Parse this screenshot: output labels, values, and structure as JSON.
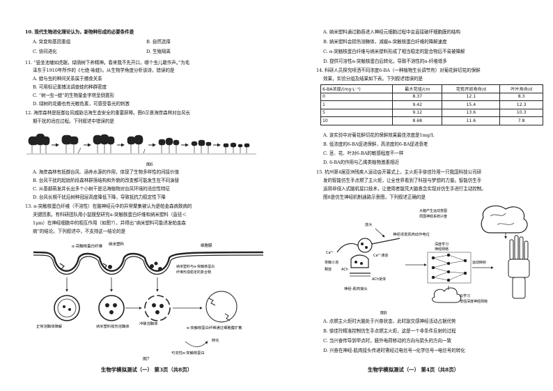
{
  "left_page": {
    "q10": {
      "stem": "10. 现代生物进化理论认为，新物种形成的必要条件是",
      "options": [
        "A. 突变和基因重组",
        "B. 自然选择",
        "C. 协同进化",
        "D. 生殖隔离"
      ]
    },
    "q11": {
      "stem_lines": [
        "11. “竖坐池塘如虎踞，绿荫树下养精神。春来我不先开口，哪个虫儿敢作声。”为毛",
        "泽东于1910年所作的《七绝·咏蛙》。从生物学角度分析该诗，错误的是"
      ],
      "options": [
        "A. 蛙与虫的种间关系属于捕食关系",
        "B. 可用标记重捕法调查蛙的种群密度",
        "C. “树→虫→蛙”的生物量金字塔呈倒置形",
        "D. 绿树的花瓣也有光敏色素，可感受春光的刺激"
      ]
    },
    "q12": {
      "stem_lines": [
        "12. 海岸森林是抵御台风威胁沿海生态安全的重要屏障。图6示意海岸森林对台风长",
        "期干扰的适应过程。下列叙述中错误的是"
      ],
      "figure_label": "图6",
      "options": [
        "A. 海岸森林有抵御台风、涵养水源的作用，体现了生物多样性的间接价值",
        "B. 台风干扰的起始阶段森林群落结构和外貌的改变都可能发生在不同演替",
        "C. 从基部萌发并长出多个小树干是沿海植物对台风环境的适应性特征",
        "D. 台风长期干扰后树种冠层高度降低下降，导致抵抗力稳定性下降"
      ]
    },
    "q13": {
      "stem_lines": [
        "13. α-突触核蛋白纤维（不溶性）在脑神经元中的异常聚集被认为是帕金森病致病的",
        "关键因素。有科研团队用小鼠模型研究α-突触核蛋白纤维和纳米塑料（直径＜",
        "1μm）在神经细胞中的相互作用（如图7），并得出“纳米塑料可能诱发帕金森",
        "病”的结论。下列叙述中，不支持这一结论的是"
      ],
      "figure_label": "图7",
      "diagram_labels": {
        "fiber": "α-突触核蛋白纤维",
        "nanoplastic": "纳米塑料",
        "membrane": "细胞膜",
        "complex": "纳米塑料与α-突触核蛋白纤维形成稳定的复合物",
        "normal_lysosome": "正常溶酶体降解",
        "impaired": "纳米塑料损伤溶酶体",
        "escape": "冲破溶酶体",
        "more_fibers": "α-突触核蛋白纤维通过细胞膜扩散",
        "aggregate": "可溶性α-突触核蛋白",
        "convert": "转化"
      }
    },
    "footer": "生物学模拟测试（一） 第3页（共8页）"
  },
  "right_page": {
    "q13_options": [
      "A. 纳米塑料通过胞吞进入神经元细胞过程中会直接破坏细胞膜的结构",
      "B. 纳米塑料会损伤溶酶体，减缓α-突触核蛋白纤维的降解速度",
      "C. α-突触核蛋白纤维与纳米塑料形成了相当稳定的复合物后不易被降解",
      "D. 提供可溶性α-突触核蛋白后转化，导致不溶性的α-纤维增多"
    ],
    "q14": {
      "stem_lines": [
        "14. 科研人员探究喷洒不同浓度6-BA（一种植物生长调节剂）对菊花鲜切花的保鲜",
        "效果，实验分组及结果如下表。下列叙述错误的是"
      ],
      "table": {
        "headers": [
          "6-BA浓度/(mg·L⁻¹)",
          "最大花径/cm",
          "花苞开放寿命/d",
          "叶片寿命/d"
        ],
        "rows": [
          [
            "0",
            "8.37",
            "12.1",
            "8.3"
          ],
          [
            "1",
            "9.42",
            "15.4",
            "12.3"
          ],
          [
            "5",
            "9.12",
            "13.6",
            "10.3"
          ],
          [
            "10",
            "8.68",
            "11.6",
            "7.8"
          ]
        ]
      },
      "options": [
        "A. 该实验中对菊花鲜切花的保鲜效果最佳浓度是1mg/L",
        "B. 低浓度的6-BA促进保鲜，高浓度的6-BA促进衰老",
        "C. 茎、花、叶对6-BA的敏感程度不一样",
        "D. 6-BA的作用与乙烯类植物激素相近"
      ]
    },
    "q15": {
      "stem_lines": [
        "15. 杭州第4届亚洲残疾人运动会开幕式上，主火炬手徐佳玲用一只我国科技公司研",
        "发的智能仿生手点燃了主火炬，让全世界看到了科技与梦想的力量。智能仿生手",
        "运用非侵入式脑机接口技术，让使用者能凭大脑意念实现对仿生手进行主动控制。",
        "图8是仿生神经机制通路示意图，下列叙述正确的是"
      ],
      "figure_label": "图8",
      "diagram_labels": {
        "brain": "大脑产生运动意图",
        "brain2": "周围神经系统兴奋",
        "amplify": "放大",
        "signal": "神经诱发肌肉动作电位",
        "channel": "Ca²⁺通道",
        "vesicle": "突触小泡",
        "ca": "Ca²⁺",
        "ach": "ACh",
        "receptor": "ACh受体",
        "junction": "神经-肌肉接头",
        "deep": "深度学习",
        "network": "神经网络",
        "map": "运动映射",
        "cloud": "云学习",
        "enhance": "增强深度神经网络",
        "release": "释放"
      },
      "options": [
        "A. 点燃主火炬时大脑处于兴奋状态，此时副交感神经活动占据优势",
        "B. 徐佳玲精准控制仿生手点燃主火炬，这是一个非条件反射的过程",
        "C. 当兴奋传导到甲点时，膜外电荷移动的方向与箭头的方向一致",
        "D. 兴奋在神经-肌肉接头传递时需经过电信号→化学信号→电信号的转化"
      ]
    },
    "footer": "生物学模拟测试（一） 第4页（共8页）"
  }
}
